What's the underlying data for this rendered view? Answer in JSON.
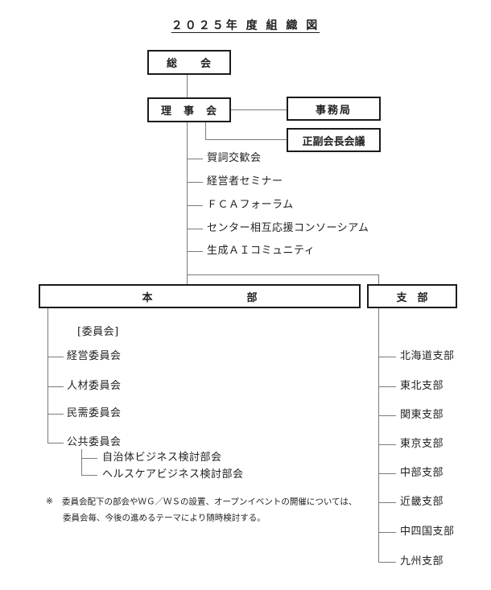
{
  "title": "２０２５年 度 組 織 図",
  "boxes": {
    "general_meeting": "総　　会",
    "board": "理　事　会",
    "secretariat": "事務局",
    "officers_meeting": "正副会長会議",
    "headquarters": "本　　　　　　　　　部",
    "branch_hq": "支　部"
  },
  "board_programs": [
    "賀詞交歓会",
    "経営者セミナー",
    "ＦＣＡフォーラム",
    "センター相互応援コンソーシアム",
    "生成ＡＩコミュニティ"
  ],
  "committee_section": {
    "heading": "[委員会]",
    "committees": [
      "経営委員会",
      "人材委員会",
      "民需委員会",
      "公共委員会"
    ],
    "subcommittees": [
      "自治体ビジネス検討部会",
      "ヘルスケアビジネス検討部会"
    ]
  },
  "branches": [
    "北海道支部",
    "東北支部",
    "関東支部",
    "東京支部",
    "中部支部",
    "近畿支部",
    "中四国支部",
    "九州支部"
  ],
  "footnote": {
    "marker": "※",
    "line1": "委員会配下の部会やＷＧ／ＷＳの設置、オープンイベントの開催については、",
    "line2": "委員会毎、今後の進めるテーマにより随時検討する。"
  },
  "colors": {
    "line": "#7b7b7b",
    "border": "#1b1b1b",
    "text": "#1f1f1f"
  }
}
